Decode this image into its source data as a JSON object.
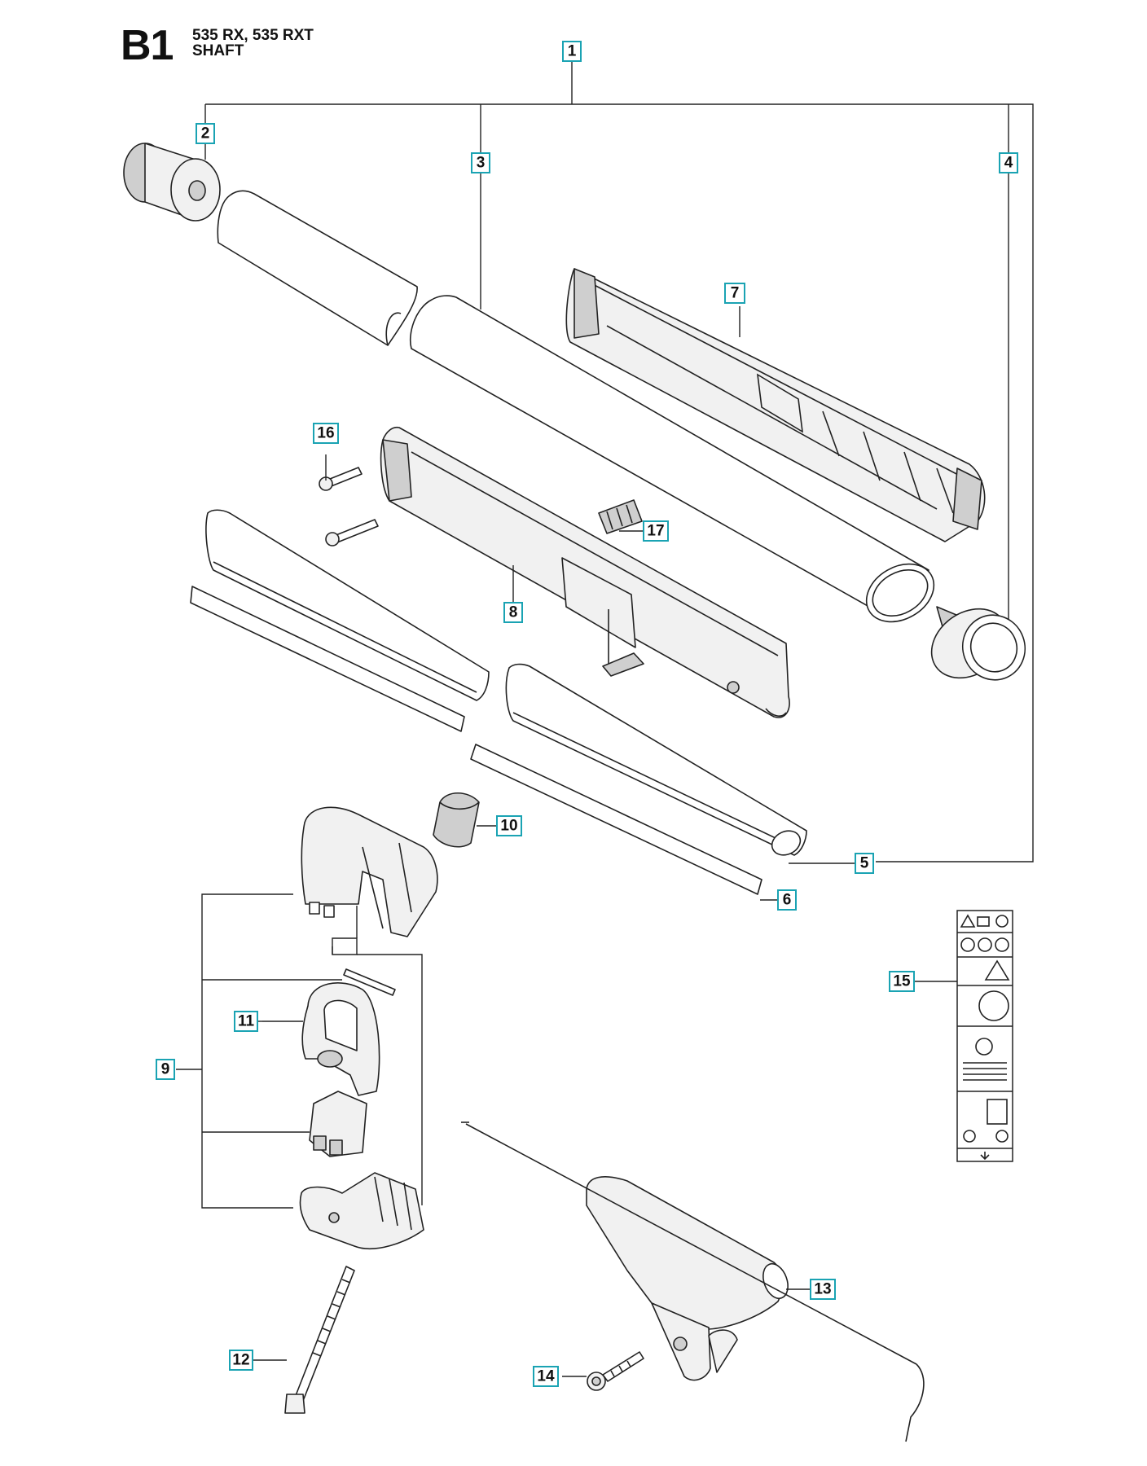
{
  "header": {
    "section_code": "B1",
    "models": "535 RX, 535 RXT",
    "title": "SHAFT"
  },
  "callouts": [
    "1",
    "2",
    "3",
    "4",
    "5",
    "6",
    "7",
    "8",
    "9",
    "10",
    "11",
    "12",
    "13",
    "14",
    "15",
    "16",
    "17"
  ],
  "colors": {
    "callout_border": "#1aa3b3",
    "line": "#222222",
    "part_fill": "#f1f1f1",
    "part_shade": "#cfcfcf"
  }
}
